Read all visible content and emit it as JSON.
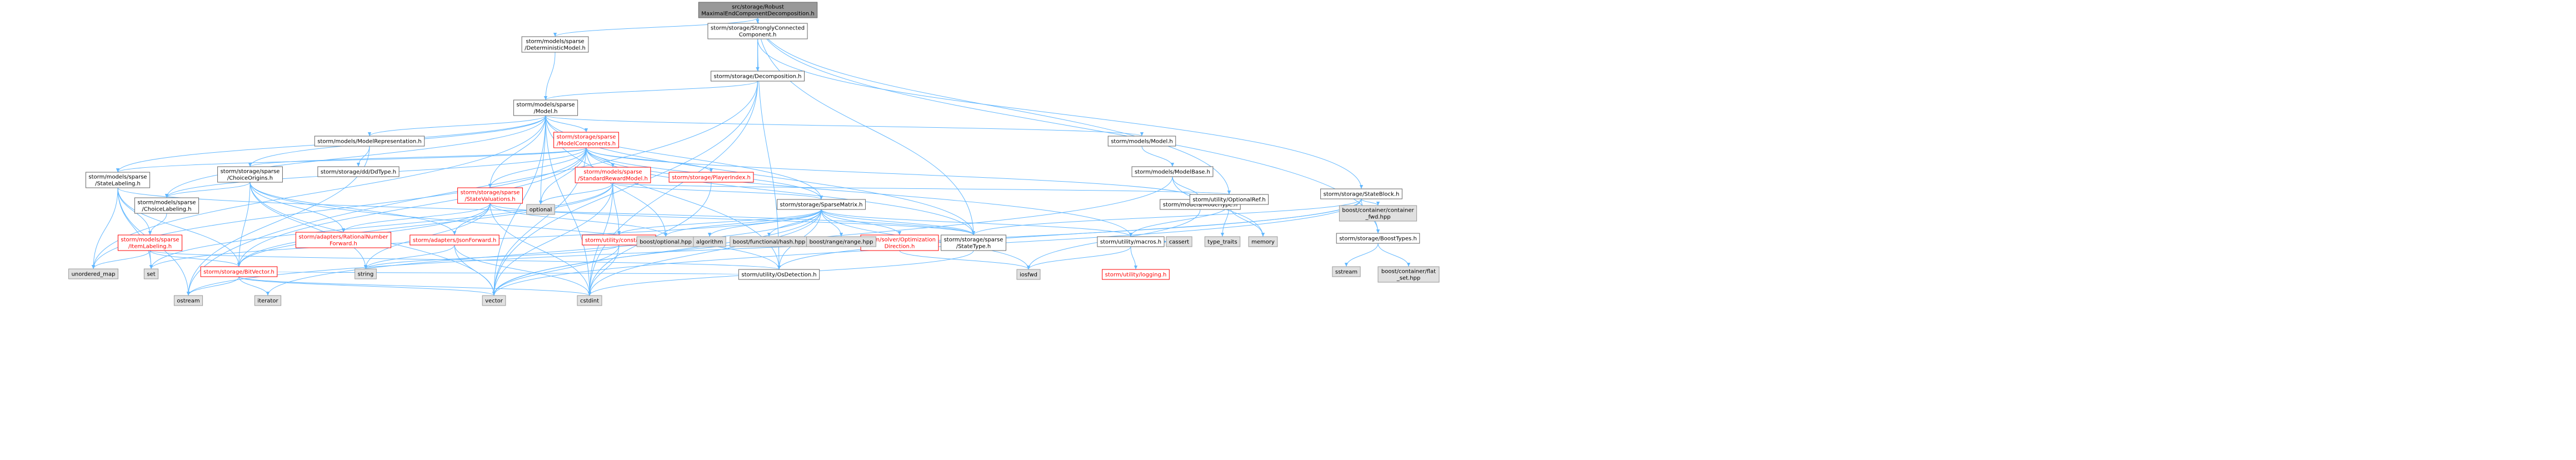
{
  "colors": {
    "edge": "#63b8ff",
    "edge_head": "#63b8ff",
    "root_fill": "#999999",
    "root_stroke": "#666666",
    "doc_fill": "#ffffff",
    "doc_stroke": "#666666",
    "red_text": "#ff0000",
    "ext_fill": "#e0e0e0",
    "ext_stroke": "#999999",
    "text": "#000000"
  },
  "nodes": [
    {
      "id": "root",
      "lines": [
        "src/storage/Robust",
        "MaximalEndComponentDecomposition.h"
      ],
      "kind": "root"
    },
    {
      "id": "det",
      "lines": [
        "storm/models/sparse",
        "/DeterministicModel.h"
      ],
      "kind": "doc"
    },
    {
      "id": "scc",
      "lines": [
        "storm/storage/StronglyConnected",
        "Component.h"
      ],
      "kind": "doc"
    },
    {
      "id": "decomp",
      "lines": [
        "storm/storage/Decomposition.h"
      ],
      "kind": "doc"
    },
    {
      "id": "model",
      "lines": [
        "storm/models/sparse",
        "/Model.h"
      ],
      "kind": "doc"
    },
    {
      "id": "modelrep",
      "lines": [
        "storm/models/ModelRepresentation.h"
      ],
      "kind": "doc"
    },
    {
      "id": "modelcomp",
      "lines": [
        "storm/storage/sparse",
        "/ModelComponents.h"
      ],
      "kind": "red"
    },
    {
      "id": "ddtype",
      "lines": [
        "storm/storage/dd/DdType.h"
      ],
      "kind": "doc"
    },
    {
      "id": "choiceorig",
      "lines": [
        "storm/storage/sparse",
        "/ChoiceOrigins.h"
      ],
      "kind": "doc"
    },
    {
      "id": "statelab",
      "lines": [
        "storm/models/sparse",
        "/StateLabeling.h"
      ],
      "kind": "doc"
    },
    {
      "id": "choicelab",
      "lines": [
        "storm/models/sparse",
        "/ChoiceLabeling.h"
      ],
      "kind": "doc"
    },
    {
      "id": "stdreward",
      "lines": [
        "storm/models/sparse",
        "/StandardRewardModel.h"
      ],
      "kind": "red"
    },
    {
      "id": "statevals",
      "lines": [
        "storm/storage/sparse",
        "/StateValuations.h"
      ],
      "kind": "red"
    },
    {
      "id": "playerindex",
      "lines": [
        "storm/storage/PlayerIndex.h"
      ],
      "kind": "red"
    },
    {
      "id": "sparsemat",
      "lines": [
        "storm/storage/SparseMatrix.h"
      ],
      "kind": "doc"
    },
    {
      "id": "itemlab",
      "lines": [
        "storm/models/sparse",
        "/ItemLabeling.h"
      ],
      "kind": "red"
    },
    {
      "id": "ratnum",
      "lines": [
        "storm/adapters/RationalNumber",
        "Forward.h"
      ],
      "kind": "red"
    },
    {
      "id": "jsonfwd",
      "lines": [
        "storm/adapters/JsonForward.h"
      ],
      "kind": "red"
    },
    {
      "id": "optional",
      "lines": [
        "optional"
      ],
      "kind": "ext"
    },
    {
      "id": "bitvector",
      "lines": [
        "storm/storage/BitVector.h"
      ],
      "kind": "red"
    },
    {
      "id": "modelh",
      "lines": [
        "storm/models/Model.h"
      ],
      "kind": "doc"
    },
    {
      "id": "modelbase",
      "lines": [
        "storm/models/ModelBase.h"
      ],
      "kind": "doc"
    },
    {
      "id": "modeltype",
      "lines": [
        "storm/models/ModelType.h"
      ],
      "kind": "doc"
    },
    {
      "id": "optref",
      "lines": [
        "storm/utility/OptionalRef.h"
      ],
      "kind": "doc"
    },
    {
      "id": "stateblock",
      "lines": [
        "storm/storage/StateBlock.h"
      ],
      "kind": "doc"
    },
    {
      "id": "boosttypes",
      "lines": [
        "storm/storage/BoostTypes.h"
      ],
      "kind": "doc"
    },
    {
      "id": "statetype",
      "lines": [
        "storm/storage/sparse",
        "/StateType.h"
      ],
      "kind": "doc"
    },
    {
      "id": "macros",
      "lines": [
        "storm/utility/macros.h"
      ],
      "kind": "doc"
    },
    {
      "id": "logging",
      "lines": [
        "storm/utility/logging.h"
      ],
      "kind": "red"
    },
    {
      "id": "constants",
      "lines": [
        "storm/utility/constants.h"
      ],
      "kind": "red"
    },
    {
      "id": "optdir",
      "lines": [
        "storm/solver/Optimization",
        "Direction.h"
      ],
      "kind": "red"
    },
    {
      "id": "osdet",
      "lines": [
        "storm/utility/OsDetection.h"
      ],
      "kind": "doc"
    },
    {
      "id": "boostopt",
      "lines": [
        "boost/optional.hpp"
      ],
      "kind": "ext"
    },
    {
      "id": "algorithm",
      "lines": [
        "algorithm"
      ],
      "kind": "ext"
    },
    {
      "id": "boosthash",
      "lines": [
        "boost/functional/hash.hpp"
      ],
      "kind": "ext"
    },
    {
      "id": "boostrange",
      "lines": [
        "boost/range/range.hpp"
      ],
      "kind": "ext"
    },
    {
      "id": "typetraits",
      "lines": [
        "type_traits"
      ],
      "kind": "ext"
    },
    {
      "id": "memory",
      "lines": [
        "memory"
      ],
      "kind": "ext"
    },
    {
      "id": "flatset",
      "lines": [
        "boost/container/container",
        "_fwd.hpp"
      ],
      "kind": "ext"
    },
    {
      "id": "sstream",
      "lines": [
        "sstream"
      ],
      "kind": "ext"
    },
    {
      "id": "boostflat",
      "lines": [
        "boost/container/flat",
        "_set.hpp"
      ],
      "kind": "ext"
    },
    {
      "id": "cassert",
      "lines": [
        "cassert"
      ],
      "kind": "ext"
    },
    {
      "id": "iosfwd",
      "lines": [
        "iosfwd"
      ],
      "kind": "ext"
    },
    {
      "id": "unordered",
      "lines": [
        "unordered_map"
      ],
      "kind": "ext"
    },
    {
      "id": "set",
      "lines": [
        "set"
      ],
      "kind": "ext"
    },
    {
      "id": "string",
      "lines": [
        "string"
      ],
      "kind": "ext"
    },
    {
      "id": "ostream",
      "lines": [
        "ostream"
      ],
      "kind": "ext"
    },
    {
      "id": "iterator",
      "lines": [
        "iterator"
      ],
      "kind": "ext"
    },
    {
      "id": "vector",
      "lines": [
        "vector"
      ],
      "kind": "ext"
    },
    {
      "id": "cstdint",
      "lines": [
        "cstdint"
      ],
      "kind": "ext"
    }
  ]
}
